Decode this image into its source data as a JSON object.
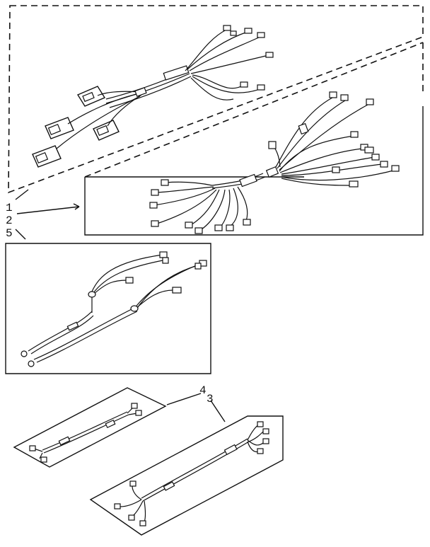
{
  "diagram": {
    "callouts": [
      "1",
      "2",
      "5",
      "4",
      "3"
    ]
  }
}
